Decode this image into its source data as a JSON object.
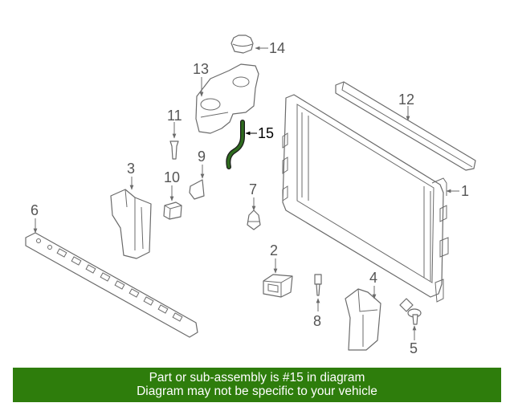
{
  "banner": {
    "line1": "Part or sub-assembly is #15 in diagram",
    "line2": "Diagram may not be specific to your vehicle",
    "background_color": "#2e7d0c",
    "text_color": "#ffffff"
  },
  "diagram": {
    "highlight_color": "#2e6b1e",
    "callouts": {
      "c1": "1",
      "c2": "2",
      "c3": "3",
      "c4": "4",
      "c5": "5",
      "c6": "6",
      "c7": "7",
      "c8": "8",
      "c9": "9",
      "c10": "10",
      "c11": "11",
      "c12": "12",
      "c13": "13",
      "c14": "14",
      "c15": "15"
    }
  }
}
